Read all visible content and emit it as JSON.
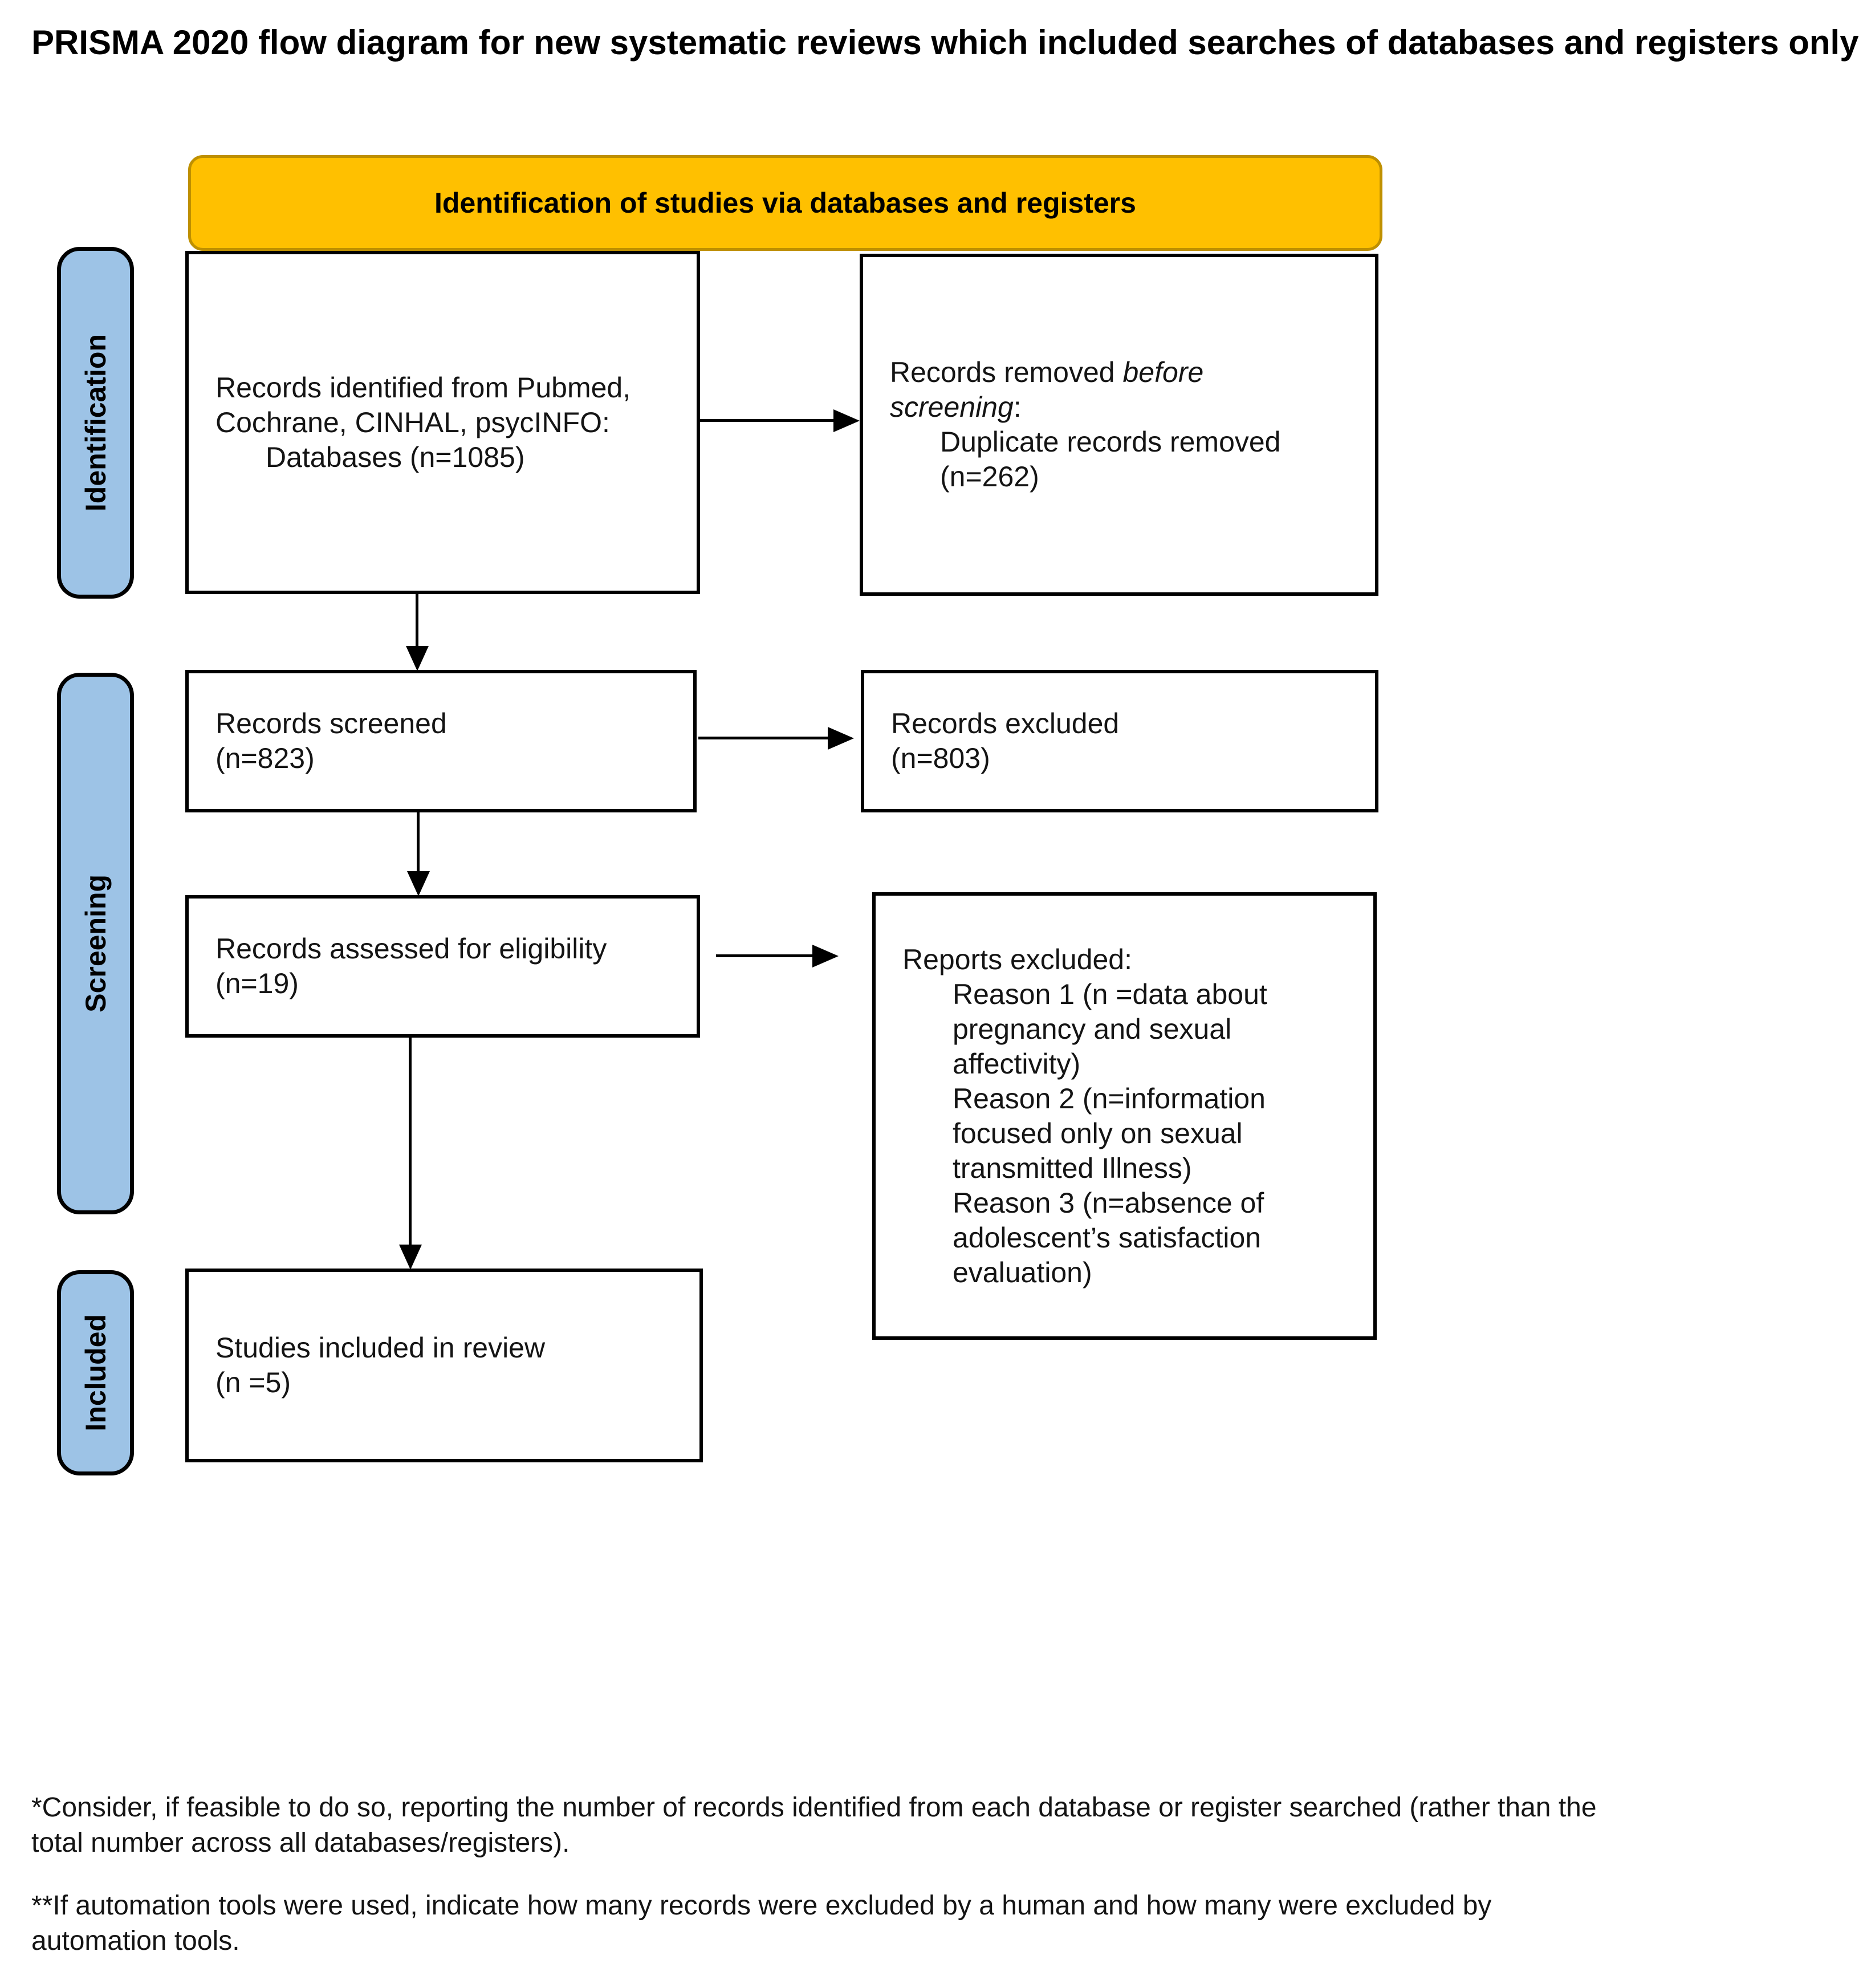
{
  "page": {
    "title": "PRISMA 2020 flow diagram for new systematic reviews which included searches of databases and registers only",
    "banner": "Identification of studies via databases and registers"
  },
  "colors": {
    "banner_fill": "#FFC000",
    "banner_border": "#BF9000",
    "stage_fill": "#9DC3E6",
    "stage_border": "#000000"
  },
  "stages": [
    {
      "label": "Identification"
    },
    {
      "label": "Screening"
    },
    {
      "label": "Included"
    }
  ],
  "boxes": {
    "identified": {
      "lines": [
        {
          "indent": 0,
          "segments": [
            {
              "text": "Records identified from Pubmed,"
            }
          ]
        },
        {
          "indent": 0,
          "segments": [
            {
              "text": "Cochrane, CINHAL, psycINFO:"
            }
          ]
        },
        {
          "indent": 1,
          "segments": [
            {
              "text": "Databases (n=1085)"
            }
          ]
        }
      ]
    },
    "removed": {
      "lines": [
        {
          "indent": 0,
          "segments": [
            {
              "text": "Records removed "
            },
            {
              "text": "before",
              "italic": true
            }
          ]
        },
        {
          "indent": 0,
          "segments": [
            {
              "text": "screening",
              "italic": true
            },
            {
              "text": ":"
            }
          ]
        },
        {
          "indent": 1,
          "segments": [
            {
              "text": "Duplicate records removed"
            }
          ]
        },
        {
          "indent": 1,
          "segments": [
            {
              "text": "(n=262)"
            }
          ]
        }
      ]
    },
    "screened": {
      "lines": [
        {
          "indent": 0,
          "segments": [
            {
              "text": "Records screened"
            }
          ]
        },
        {
          "indent": 0,
          "segments": [
            {
              "text": "(n=823)"
            }
          ]
        }
      ]
    },
    "excluded": {
      "lines": [
        {
          "indent": 0,
          "segments": [
            {
              "text": "Records excluded"
            }
          ]
        },
        {
          "indent": 0,
          "segments": [
            {
              "text": "(n=803)"
            }
          ]
        }
      ]
    },
    "assessed": {
      "lines": [
        {
          "indent": 0,
          "segments": [
            {
              "text": "Records assessed for eligibility"
            }
          ]
        },
        {
          "indent": 0,
          "segments": [
            {
              "text": "(n=19)"
            }
          ]
        }
      ]
    },
    "reports_excluded": {
      "lines": [
        {
          "indent": 0,
          "segments": [
            {
              "text": "Reports excluded:"
            }
          ]
        },
        {
          "indent": 1,
          "segments": [
            {
              "text": "Reason 1 (n =data about"
            }
          ]
        },
        {
          "indent": 1,
          "segments": [
            {
              "text": "pregnancy and sexual"
            }
          ]
        },
        {
          "indent": 1,
          "segments": [
            {
              "text": "affectivity)"
            }
          ]
        },
        {
          "indent": 1,
          "segments": [
            {
              "text": "Reason 2 (n=information"
            }
          ]
        },
        {
          "indent": 1,
          "segments": [
            {
              "text": "focused only on sexual"
            }
          ]
        },
        {
          "indent": 1,
          "segments": [
            {
              "text": "transmitted Illness)"
            }
          ]
        },
        {
          "indent": 1,
          "segments": [
            {
              "text": "Reason 3 (n=absence of"
            }
          ]
        },
        {
          "indent": 1,
          "segments": [
            {
              "text": "adolescent’s satisfaction"
            }
          ]
        },
        {
          "indent": 1,
          "segments": [
            {
              "text": "evaluation)"
            }
          ]
        }
      ]
    },
    "included_studies": {
      "lines": [
        {
          "indent": 0,
          "segments": [
            {
              "text": "Studies included in review"
            }
          ]
        },
        {
          "indent": 0,
          "segments": [
            {
              "text": "(n =5)"
            }
          ]
        }
      ]
    }
  },
  "footnotes": [
    {
      "lines": [
        {
          "indent": 0,
          "segments": [
            {
              "text": "*Consider, if feasible to do so, reporting the number of records identified from each database or register searched (rather than the"
            }
          ]
        },
        {
          "indent": 0,
          "segments": [
            {
              "text": "total number across all databases/registers)."
            }
          ]
        }
      ]
    },
    {
      "lines": [
        {
          "indent": 0,
          "segments": [
            {
              "text": "**If automation tools were used, indicate how many records were excluded by a human and how many were excluded by"
            }
          ]
        },
        {
          "indent": 0,
          "segments": [
            {
              "text": "automation tools."
            }
          ]
        }
      ]
    }
  ]
}
